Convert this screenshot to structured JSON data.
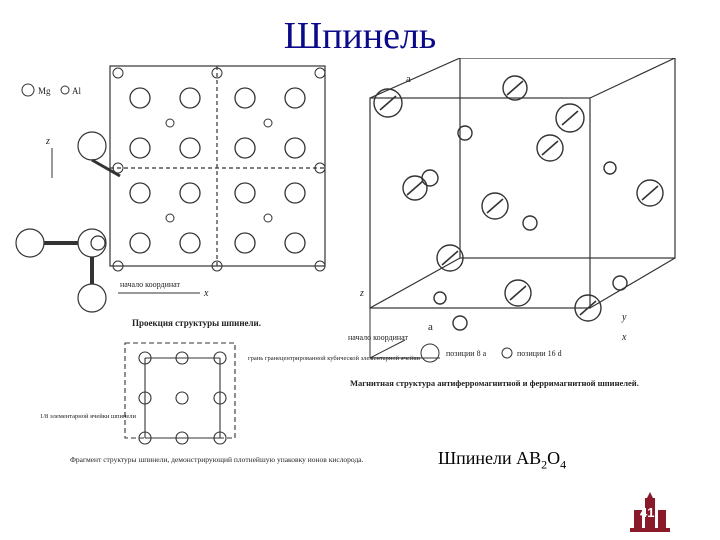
{
  "title": "Шпинель",
  "caption_prefix": "Шпинели AB",
  "caption_sub1": "2",
  "caption_mid": "O",
  "caption_sub2": "4",
  "slide_number": "41",
  "left_figure": {
    "legend_mg": "Mg",
    "legend_al": "Al",
    "origin_label": "начало координат",
    "axis_x": "x",
    "axis_z": "z",
    "projection_caption": "Проекция структуры шпинели.",
    "fragment_caption": "Фрагмент структуры шпинели, демонстрирующий плотнейшую упаковку ионов кислорода.",
    "face_note": "грань гранецентрированной кубической элементарной ячейки",
    "cell_note": "1/8 элементарной ячейки шпинели"
  },
  "right_figure": {
    "edge_a": "a",
    "origin_label": "начало координат",
    "axis_x": "x",
    "axis_y": "y",
    "axis_z": "z",
    "pos_8a": "позиции 8 а",
    "pos_16d": "позиции 16 d",
    "caption": "Магнитная структура антиферромагнитной и ферримагнитной шпинелей."
  },
  "colors": {
    "title": "#0a0a8a"
  }
}
